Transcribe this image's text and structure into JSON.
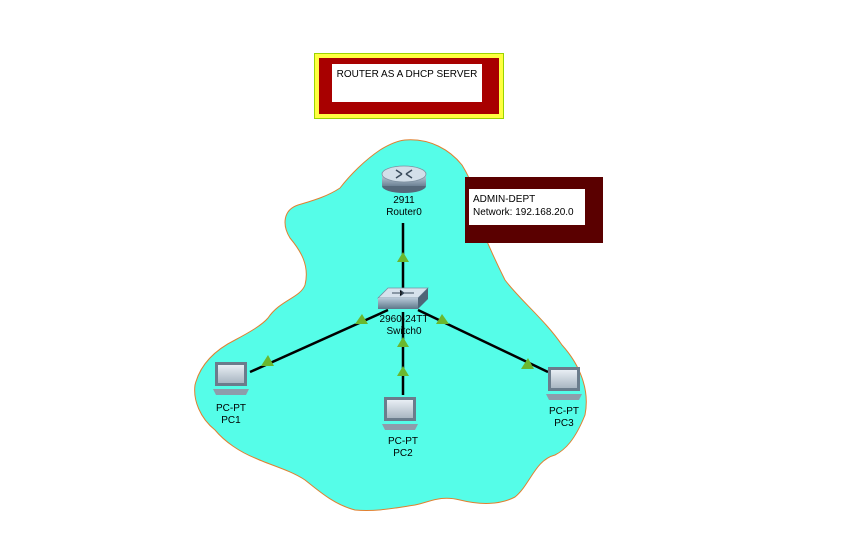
{
  "title_note": {
    "text": "ROUTER AS A DHCP SERVER"
  },
  "area_note": {
    "line1": "ADMIN-DEPT",
    "line2": "Network: 192.168.20.0"
  },
  "devices": {
    "router": {
      "model": "2911",
      "name": "Router0"
    },
    "switch": {
      "model": "2960-24TT",
      "name": "Switch0"
    },
    "pc1": {
      "model": "PC-PT",
      "name": "PC1"
    },
    "pc2": {
      "model": "PC-PT",
      "name": "PC2"
    },
    "pc3": {
      "model": "PC-PT",
      "name": "PC3"
    }
  },
  "colors": {
    "area_fill": "#55fde8",
    "area_border": "#e08030",
    "link": "#000000",
    "link_status": "#6ab82e"
  }
}
